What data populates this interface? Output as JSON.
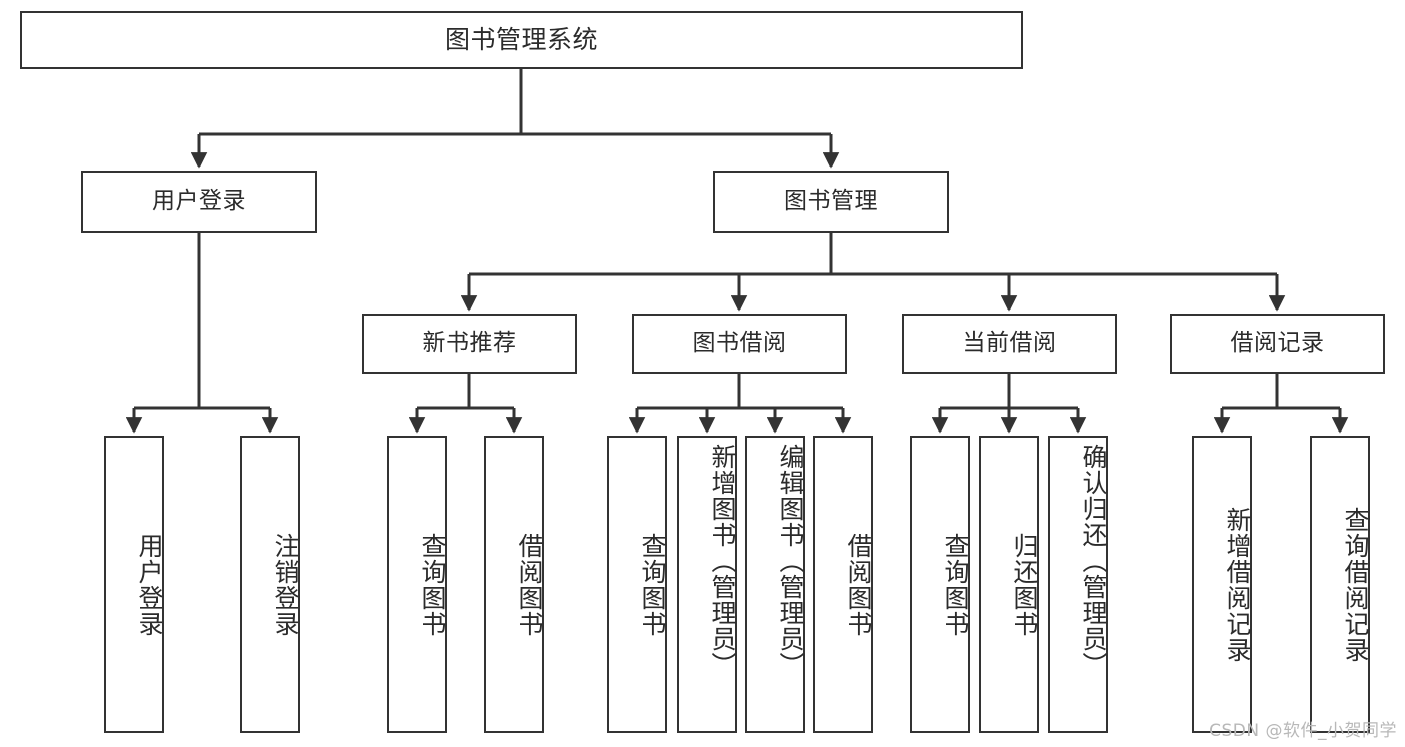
{
  "diagram": {
    "type": "tree-hierarchy-chart",
    "title": "图书管理系统",
    "levels": {
      "level1": [
        {
          "id": "root",
          "label": "图书管理系统"
        }
      ],
      "level2": [
        {
          "id": "user-login",
          "label": "用户登录"
        },
        {
          "id": "book-management",
          "label": "图书管理"
        }
      ],
      "level3": [
        {
          "id": "new-book-recommend",
          "label": "新书推荐",
          "parent": "book-management"
        },
        {
          "id": "book-borrow",
          "label": "图书借阅",
          "parent": "book-management"
        },
        {
          "id": "current-borrow",
          "label": "当前借阅",
          "parent": "book-management"
        },
        {
          "id": "borrow-record",
          "label": "借阅记录",
          "parent": "book-management"
        }
      ],
      "leaves": [
        {
          "id": "leaf-user-login",
          "label": "用户登录",
          "parent": "user-login"
        },
        {
          "id": "leaf-logout-login",
          "label": "注销登录",
          "parent": "user-login"
        },
        {
          "id": "leaf-query-book-1",
          "label": "查询图书",
          "parent": "new-book-recommend"
        },
        {
          "id": "leaf-borrow-book-1",
          "label": "借阅图书",
          "parent": "new-book-recommend"
        },
        {
          "id": "leaf-query-book-2",
          "label": "查询图书",
          "parent": "book-borrow"
        },
        {
          "id": "leaf-add-book",
          "label": "新增图书（管理员）",
          "parent": "book-borrow"
        },
        {
          "id": "leaf-edit-book",
          "label": "编辑图书（管理员）",
          "parent": "book-borrow"
        },
        {
          "id": "leaf-borrow-book-2",
          "label": "借阅图书",
          "parent": "book-borrow"
        },
        {
          "id": "leaf-query-book-3",
          "label": "查询图书",
          "parent": "current-borrow"
        },
        {
          "id": "leaf-return-book",
          "label": "归还图书",
          "parent": "current-borrow"
        },
        {
          "id": "leaf-confirm-return",
          "label": "确认归还（管理员）",
          "parent": "current-borrow"
        },
        {
          "id": "leaf-add-record",
          "label": "新增借阅记录",
          "parent": "borrow-record"
        },
        {
          "id": "leaf-query-record",
          "label": "查询借阅记录",
          "parent": "borrow-record"
        }
      ]
    },
    "colors": {
      "box_border": "#333333",
      "box_fill": "#ffffff",
      "connector": "#333333",
      "text": "#2b2b2b",
      "watermark": "#b8b8b8",
      "background": "#ffffff"
    }
  },
  "watermark": {
    "text": "CSDN @软件_小贺同学"
  }
}
